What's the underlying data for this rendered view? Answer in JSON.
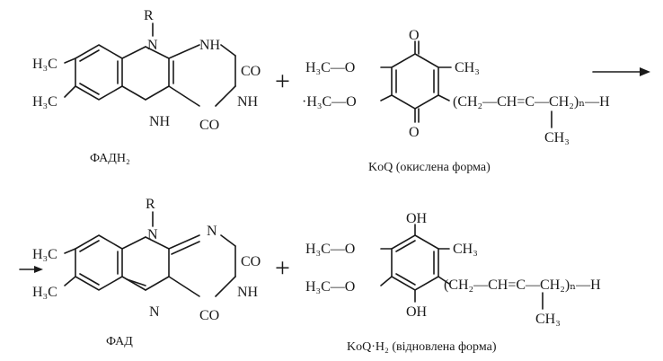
{
  "reaction": {
    "top": {
      "fadh2": {
        "caption": "ФАДН₂",
        "labels": {
          "r": "R",
          "n_top": "N",
          "nh_top": "NH",
          "nh_right": "NH",
          "nh_bottom": "NH",
          "co_top": "CO",
          "co_bottom": "CO",
          "h3c_upper": "H₃C",
          "h3c_lower": "H₃C"
        }
      },
      "plus": "+",
      "koq": {
        "caption": "KoQ (окислена форма)",
        "labels": {
          "o_top": "O",
          "o_bottom": "O",
          "ch3": "CH₃",
          "methoxy_upper": "H₃C—O",
          "methoxy_lower": "·H₃C—O",
          "chain": "(CH₂—CH=C—CH₂)ₙ—H",
          "chain_ch3": "CH₃",
          "n_sub": "n"
        }
      }
    },
    "bottom": {
      "fad": {
        "caption": "ФАД",
        "labels": {
          "r": "R",
          "n_top": "N",
          "n_right": "N",
          "nh": "NH",
          "n_bottom": "N",
          "co_top": "CO",
          "co_bottom": "CO",
          "h3c_upper": "H₃C",
          "h3c_lower": "H₃C"
        }
      },
      "plus": "+",
      "koqh2": {
        "caption": "KoQ·H₂ (відновлена форма)",
        "labels": {
          "oh_top": "OH",
          "oh_bottom": "OH",
          "ch3": "CH₃",
          "methoxy_upper": "H₃C—O",
          "methoxy_lower": "H₃C—O",
          "chain": "(CH₂—CH=C—CH₂)ₙ—H",
          "chain_ch3": "CH₃"
        }
      }
    }
  }
}
